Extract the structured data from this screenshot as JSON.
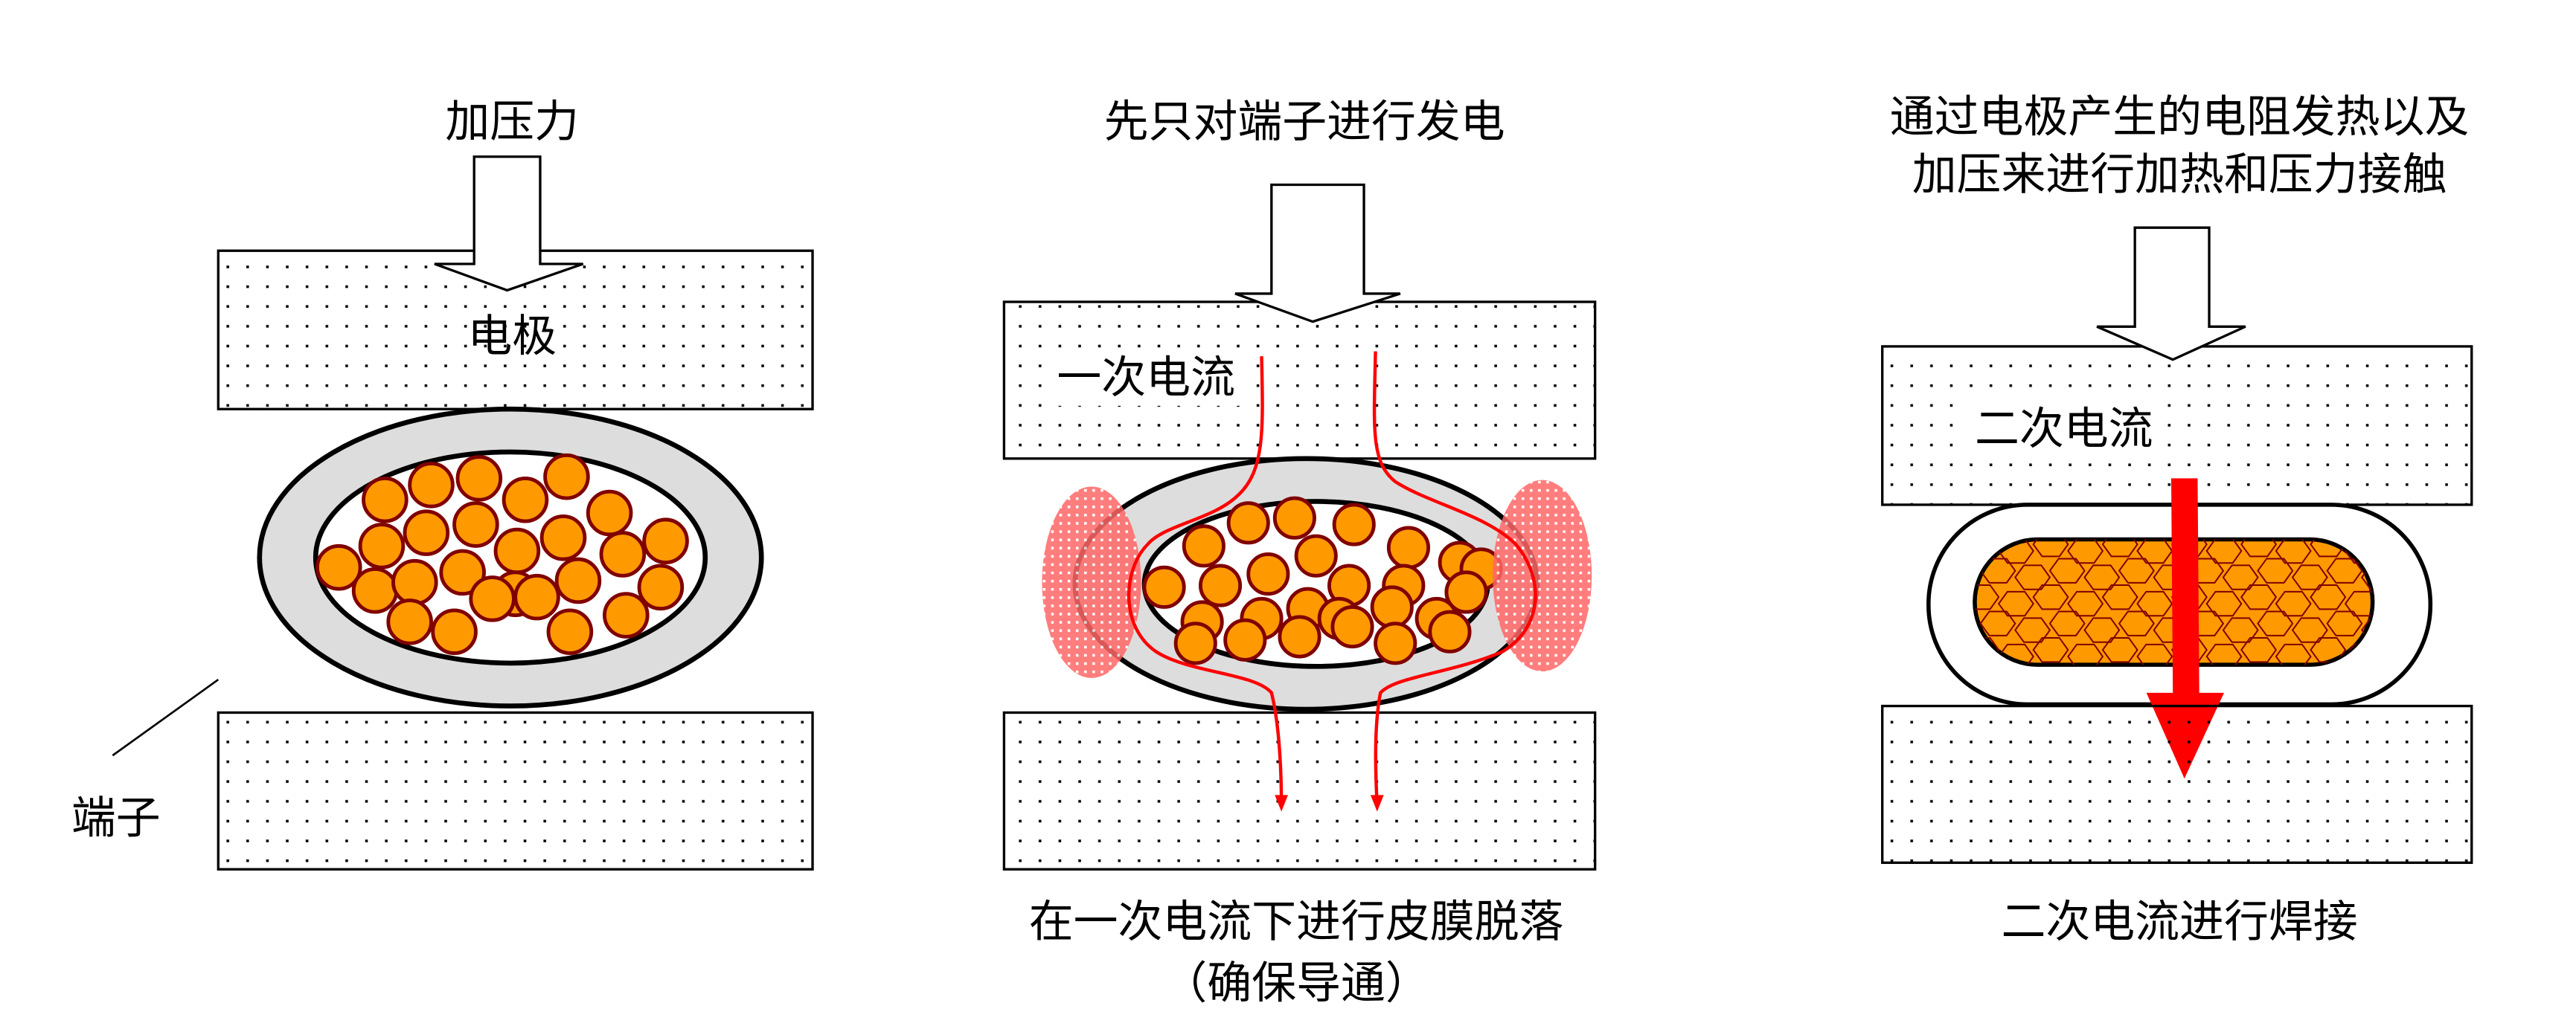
{
  "panels": [
    {
      "title": "加压力",
      "electrode_label": "电极",
      "terminal_label": "端子"
    },
    {
      "title": "先只对端子进行发电",
      "current_label": "一次电流",
      "caption_line1": "在一次电流下进行皮膜脱落",
      "caption_line2": "（确保导通）"
    },
    {
      "title_line1": "通过电极产生的电阻发热以及",
      "title_line2": "加压来进行加热和压力接触",
      "current_label": "二次电流",
      "caption": "二次电流进行焊接"
    }
  ],
  "colors": {
    "wire_fill": "#FF9900",
    "wire_stroke": "#800000",
    "insulation": "#DDDDDD",
    "current": "#FF0000",
    "heat_zone": "#FF6666"
  }
}
